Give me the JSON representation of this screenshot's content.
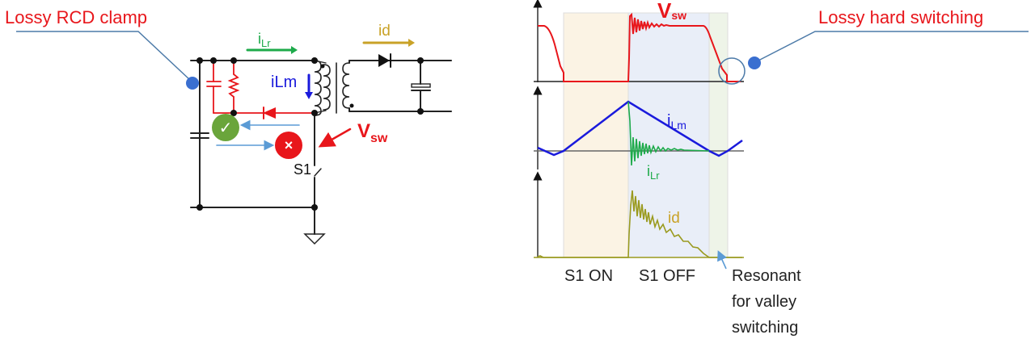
{
  "callouts": {
    "left": "Lossy RCD clamp",
    "right": "Lossy hard switching"
  },
  "circuit": {
    "current_labels": {
      "iLr_main": "i",
      "iLr_sub": "Lr",
      "id": "id",
      "iLm": "iLm"
    },
    "vsw_main": "V",
    "vsw_sub": "sw",
    "switch_label": "S1",
    "status_icons": {
      "ok": "✓",
      "bad": "×"
    }
  },
  "waveforms": {
    "vsw_main": "V",
    "vsw_sub": "sw",
    "ilm_main": "i",
    "ilm_sub": "Lm",
    "ilr_main": "i",
    "ilr_sub": "Lr",
    "id": "id",
    "phases": [
      "S1 ON",
      "S1 OFF"
    ],
    "resonant_note": [
      "Resonant",
      "for valley",
      "switching"
    ]
  },
  "colors": {
    "clamp_red": "#e8161b",
    "ilr_green": "#1daa4a",
    "id_gold": "#c9a227",
    "ilm_blue": "#1a1adc",
    "callout_blue": "#3a6fd0",
    "leader_line": "#4c7aa8",
    "on_band": "#fbf3e4",
    "off_band": "#e9eef8",
    "resonant_band": "#eef4e8",
    "ok_green": "#6aa53b",
    "bad_red": "#e8161b"
  }
}
